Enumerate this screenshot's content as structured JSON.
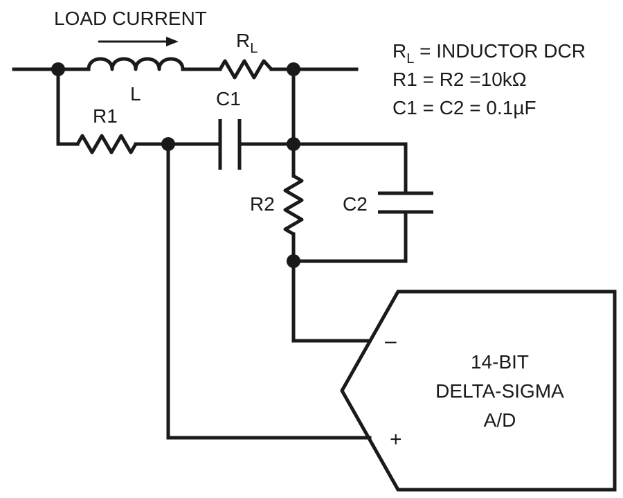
{
  "labels": {
    "load_current": "LOAD CURRENT",
    "inductor": "L",
    "rl_main": "R",
    "rl_sub": "L",
    "r1": "R1",
    "r2": "R2",
    "c1": "C1",
    "c2": "C2"
  },
  "notes": {
    "line1_main": "R",
    "line1_sub": "L",
    "line1_rest": " = INDUCTOR DCR",
    "line2": "R1 = R2 =10kΩ",
    "line3": "C1 = C2 = 0.1µF"
  },
  "adc": {
    "line1": "14-BIT",
    "line2": "DELTA-SIGMA",
    "line3": "A/D",
    "minus": "–",
    "plus": "+"
  }
}
